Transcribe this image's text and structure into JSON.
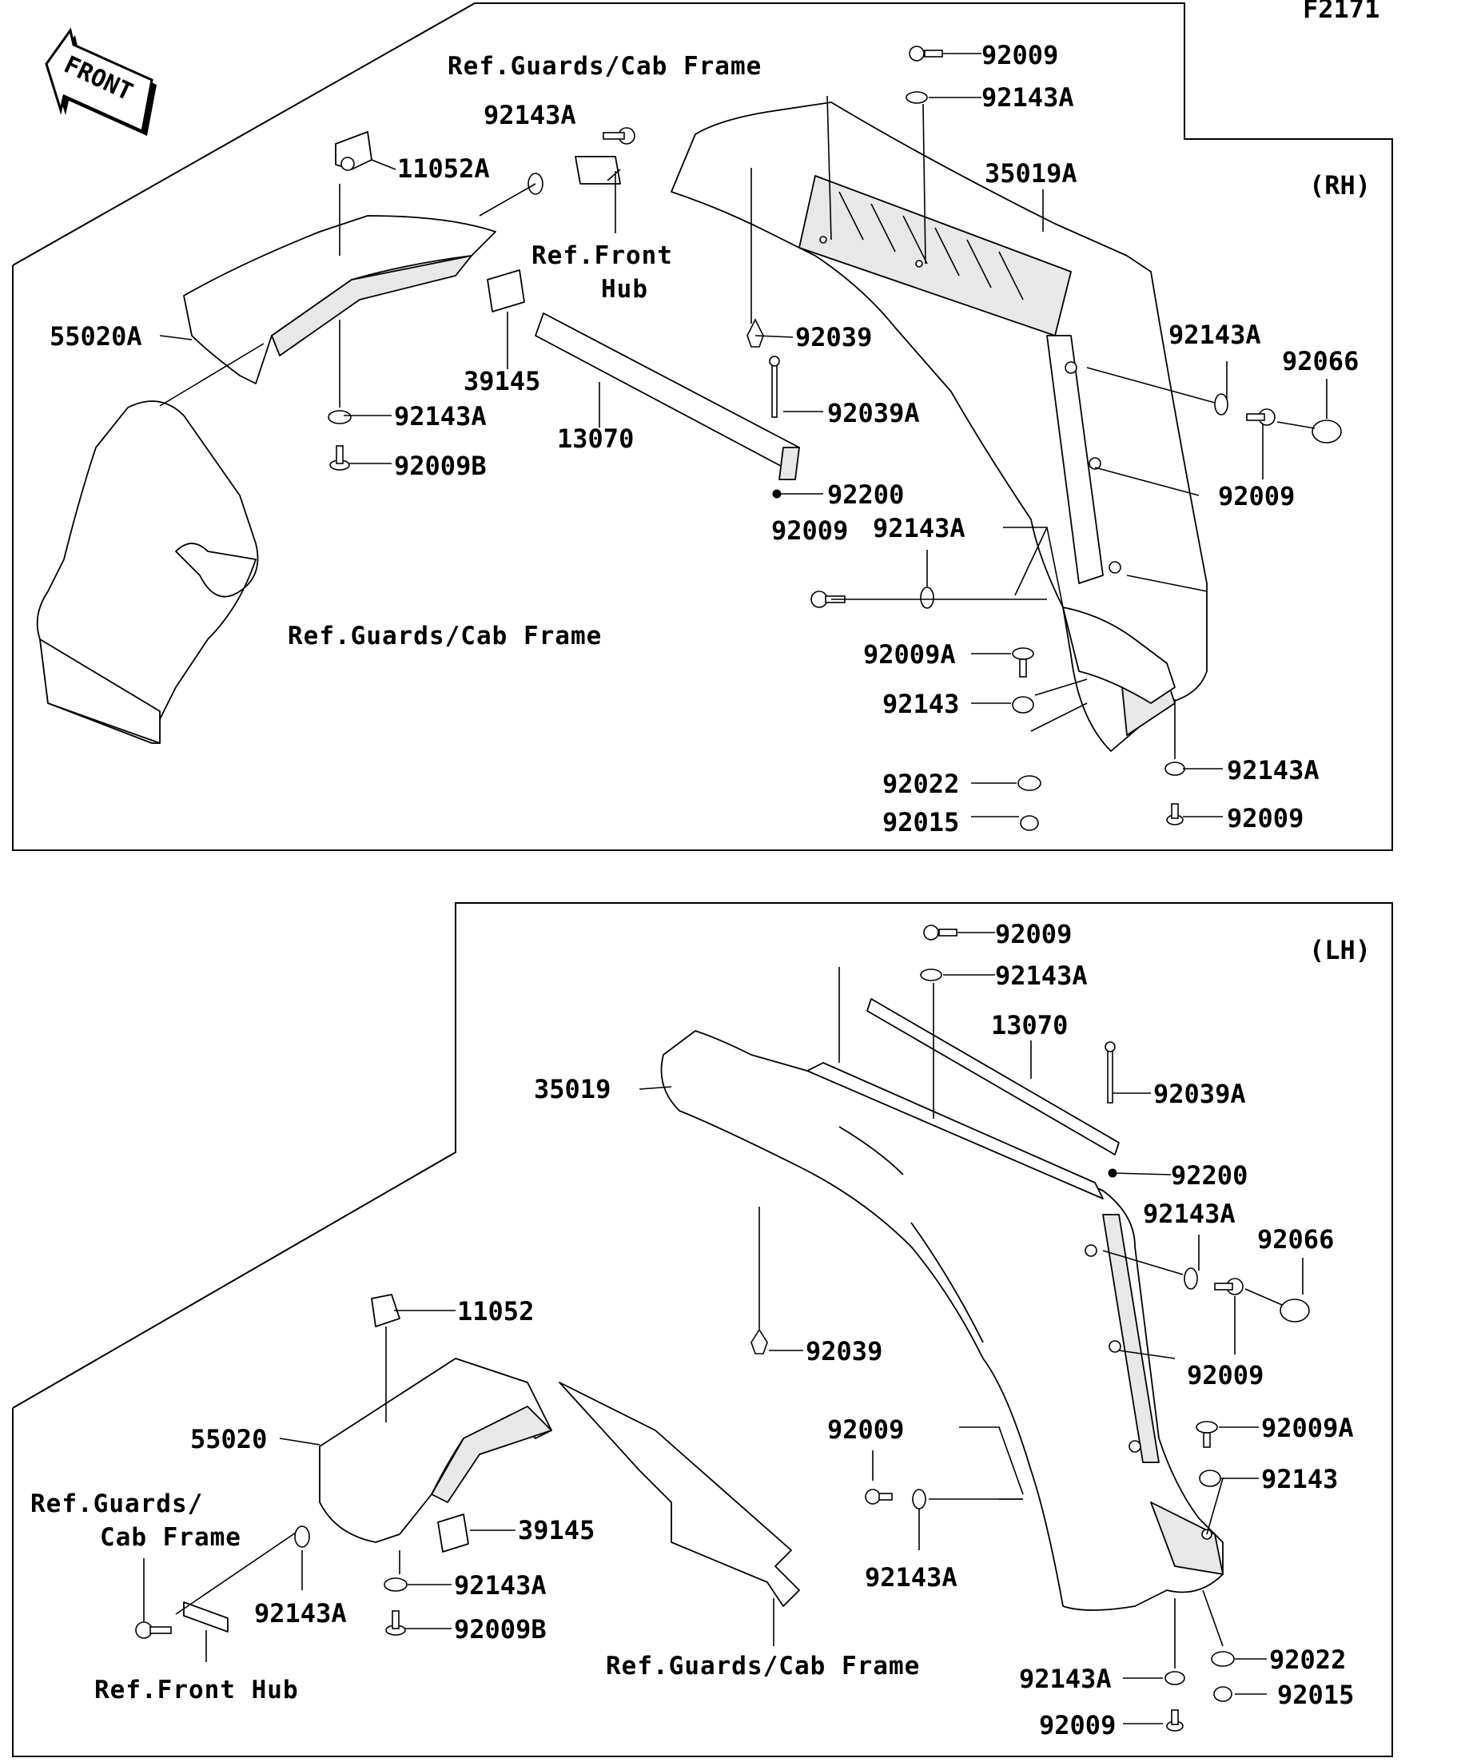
{
  "figure_code": "F2171",
  "front_arrow": {
    "label": "FRONT",
    "icon": "front-direction-arrow-icon"
  },
  "rh": {
    "side_label": "(RH)",
    "refs": {
      "guards_top": "Ref.Guards/Cab Frame",
      "front_hub_line1": "Ref.Front",
      "front_hub_line2": "Hub",
      "guards_mid": "Ref.Guards/Cab Frame"
    },
    "parts": {
      "p92009_top": "92009",
      "p92143A_top": "92143A",
      "p35019A": "35019A",
      "p92143A_ref": "92143A",
      "p11052A": "11052A",
      "p55020A": "55020A",
      "p39145": "39145",
      "p13070": "13070",
      "p92143A_left": "92143A",
      "p92009B": "92009B",
      "p92039": "92039",
      "p92039A": "92039A",
      "p92200": "92200",
      "p92009_mid": "92009",
      "p92143A_mid": "92143A",
      "p92143A_right": "92143A",
      "p92066": "92066",
      "p92009_right": "92009",
      "p92009A": "92009A",
      "p92143": "92143",
      "p92022": "92022",
      "p92015": "92015",
      "p92143A_bot": "92143A",
      "p92009_bot": "92009"
    }
  },
  "lh": {
    "side_label": "(LH)",
    "refs": {
      "guards_line1": "Ref.Guards/",
      "guards_line2": "Cab Frame",
      "front_hub": "Ref.Front Hub",
      "guards_bottom": "Ref.Guards/Cab Frame"
    },
    "parts": {
      "p92009_top": "92009",
      "p92143A_top": "92143A",
      "p13070": "13070",
      "p35019": "35019",
      "p92039A": "92039A",
      "p92200": "92200",
      "p92143A_right": "92143A",
      "p92066": "92066",
      "p92009_right": "92009",
      "p92039": "92039",
      "p11052": "11052",
      "p55020": "55020",
      "p92009_mid": "92009",
      "p92009A": "92009A",
      "p92143": "92143",
      "p39145": "39145",
      "p92143A_mid": "92143A",
      "p92143A_left": "92143A",
      "p92143A_low": "92143A",
      "p92009B": "92009B",
      "p92022": "92022",
      "p92143A_bot": "92143A",
      "p92015": "92015",
      "p92009_bot": "92009"
    }
  }
}
